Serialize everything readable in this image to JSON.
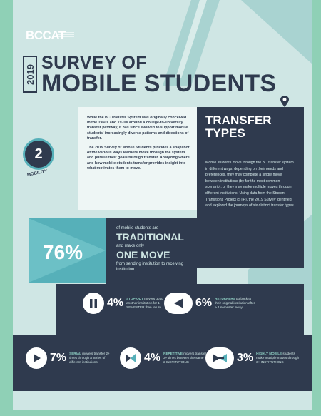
{
  "header": {
    "logo": "BCCAT",
    "year": "2019",
    "title_line1": "SURVEY OF",
    "title_line2": "MOBILE STUDENTS"
  },
  "intro": {
    "paragraph1": "While the BC Transfer System was originally conceived in the 1960s and 1970s around a college-to-university transfer pathway, it has since evolved to support mobile students' increasingly diverse patterns and directions of transfer.",
    "paragraph2": "The 2019 Survey of Mobile Students provides a snapshot of the various ways learners move through the system and pursue their goals through transfer. Analyzing where and how mobile students transfer provides insight into what motivates them to move."
  },
  "mobility_badge": {
    "number": "2",
    "label": "MOBILITY"
  },
  "transfer_types": {
    "title": "TRANSFER TYPES",
    "body": "Mobile students move through the BC transfer system in different ways: depending on their needs and preferences, they may complete a single move between institutions (by far the most common scenario), or they may make multiple moves through different institutions. Using data from the Student Transitions Project (STP), the 2019 Survey identified and explored the journeys of six distinct transfer types."
  },
  "traditional": {
    "percent": "76%",
    "line1": "of mobile students are",
    "big1": "TRADITIONAL",
    "line2": "and make only",
    "big2": "ONE MOVE",
    "line3": "from sending institution to receiving institution"
  },
  "types": [
    {
      "icon": "pause-icon",
      "percent": "4%",
      "name": "STOP-OUT",
      "text": "movers go to another institution for 1 SEMESTER then return"
    },
    {
      "icon": "rewind-icon",
      "percent": "6%",
      "name": "RETURNERS",
      "text": "go back to their original institution after > 1 semester away"
    },
    {
      "icon": "play-icon",
      "percent": "7%",
      "name": "SERIAL",
      "text": "movers transfer 2+ times through a series of different institutions"
    },
    {
      "icon": "repeat-icon",
      "percent": "4%",
      "name": "REPETITIVE",
      "text": "movers transfer 3+ times between the same 2 INSTITUTIONS"
    },
    {
      "icon": "multi-icon",
      "percent": "3%",
      "name": "HIGHLY MOBILE",
      "text": "students make multiple moves through 3+ INSTITUTIONS"
    }
  ],
  "colors": {
    "navy": "#2f3a4e",
    "teal": "#56b0b9",
    "mint": "#cfe6e4",
    "frame": "#8fd0b6"
  }
}
